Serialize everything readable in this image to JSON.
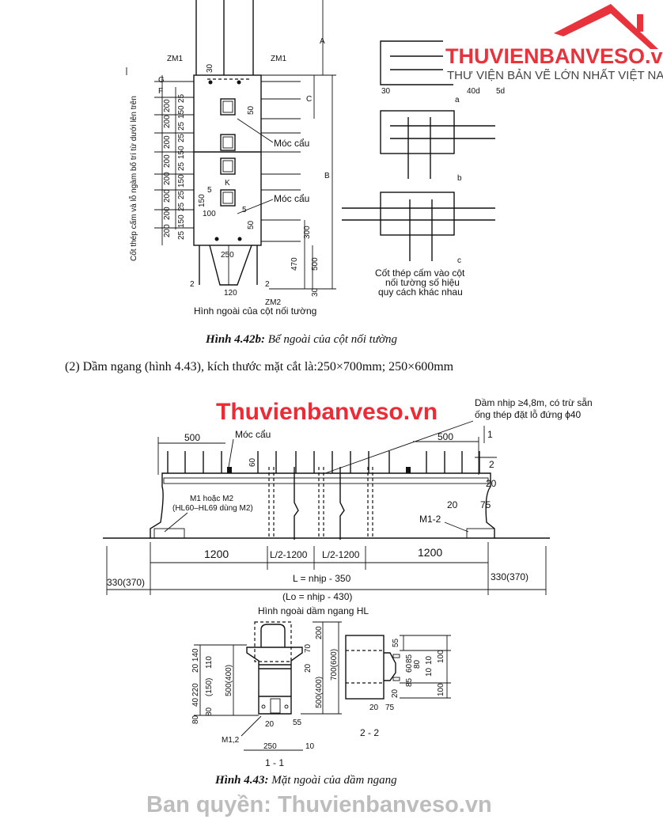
{
  "logo": {
    "brand": "THUVIENBANVESO.vn",
    "tagline": "THƯ VIỆN BẢN VẼ LỚN NHẤT VIỆT NAM",
    "color": "#e8323c"
  },
  "figure_4_42b": {
    "vertical_note": "Cốt thép cấm và lỗ ngàm bố trí từ dưới lên trên",
    "labels": {
      "zm1_left": "ZM1",
      "zm1_right": "ZM1",
      "zm2": "ZM2",
      "hook1": "Móc cẩu",
      "hook2": "Móc cẩu",
      "k": "K",
      "section_left": "2",
      "section_right": "2"
    },
    "dims": {
      "a": "A",
      "b": "B",
      "c": "C",
      "f": "F",
      "g": "G",
      "d30": "30",
      "d50a": "50",
      "d50b": "50",
      "d250": "250",
      "d120": "120",
      "d300": "300",
      "d470": "470",
      "d500": "500",
      "d30b": "30",
      "d100": "100",
      "d5a": "5",
      "d5b": "5",
      "d150": "150"
    },
    "left_chain": [
      "25",
      "150",
      "25",
      "25",
      "150",
      "25",
      "150",
      "25",
      "25",
      "150",
      "25"
    ],
    "left_200": [
      "200",
      "200",
      "200",
      "200",
      "200",
      "200",
      "200",
      "200"
    ],
    "view_title": "Hình ngoài của cột nối tường",
    "detail": {
      "d30": "30",
      "d40d": "40d",
      "d5d": "5d",
      "a": "a",
      "b": "b",
      "c": "c",
      "note_line1": "Cốt thép cấm vào cột",
      "note_line2": "nối tường số hiệu",
      "note_line3": "quy cách khác nhau"
    },
    "caption_label": "Hình 4.42b:",
    "caption_text": " Bể ngoài của cột nối tường"
  },
  "paragraph": "(2) Dầm ngang (hình 4.43), kích thước mặt cắt là:250×700mm; 250×600mm",
  "figure_4_43": {
    "watermark_top": "Thuvienbanveso.vn",
    "note_line1": "Dầm nhịp ≥4,8m, có trừ sẵn",
    "note_line2": "ống thép đặt lỗ đứng ϕ40",
    "hook": "Móc cẩu",
    "m1m2_line1": "M1 hoặc M2",
    "m1m2_line2": "(HL60–HL69 dùng M2)",
    "m12": "M1-2",
    "dims": {
      "d500l": "500",
      "d500r": "500",
      "d60": "60",
      "d20a": "20",
      "d20b": "20",
      "d75": "75",
      "s1": "1",
      "s2": "2",
      "d1200l": "1200",
      "dl2a": "L/2-1200",
      "dl2b": "L/2-1200",
      "d1200r": "1200",
      "d330l": "330(370)",
      "d330r": "330(370)",
      "l": "L = nhịp - 350",
      "lo": "(Lo = nhịp - 430)"
    },
    "view_title": "Hình ngoài dầm ngang HL",
    "section11": {
      "title": "1 - 1",
      "d20_140": "20 140",
      "d110": "110",
      "d220": "220",
      "d150": "(150)",
      "d40": "40",
      "d80a": "80",
      "d80b": "80",
      "d500": "500(400)",
      "d20": "20",
      "d55": "55",
      "d250": "250",
      "d10": "10",
      "m": "M1,2"
    },
    "section22": {
      "title": "2 - 2",
      "d200": "200",
      "d70": "70",
      "d20": "20",
      "d500": "500(400)",
      "d700": "700(600)",
      "d55": "55",
      "d85a": "85",
      "d60": "60",
      "d80": "80",
      "d85b": "85",
      "d10a": "10",
      "d10b": "10",
      "d100a": "100",
      "d100b": "100",
      "d20b": "20",
      "d20c": "20",
      "d75": "75"
    },
    "watermark_bottom": "Ban quyền: Thuvienbanveso.vn",
    "caption_label": "Hình 4.43:",
    "caption_text": " Mặt ngoài của dầm ngang"
  }
}
